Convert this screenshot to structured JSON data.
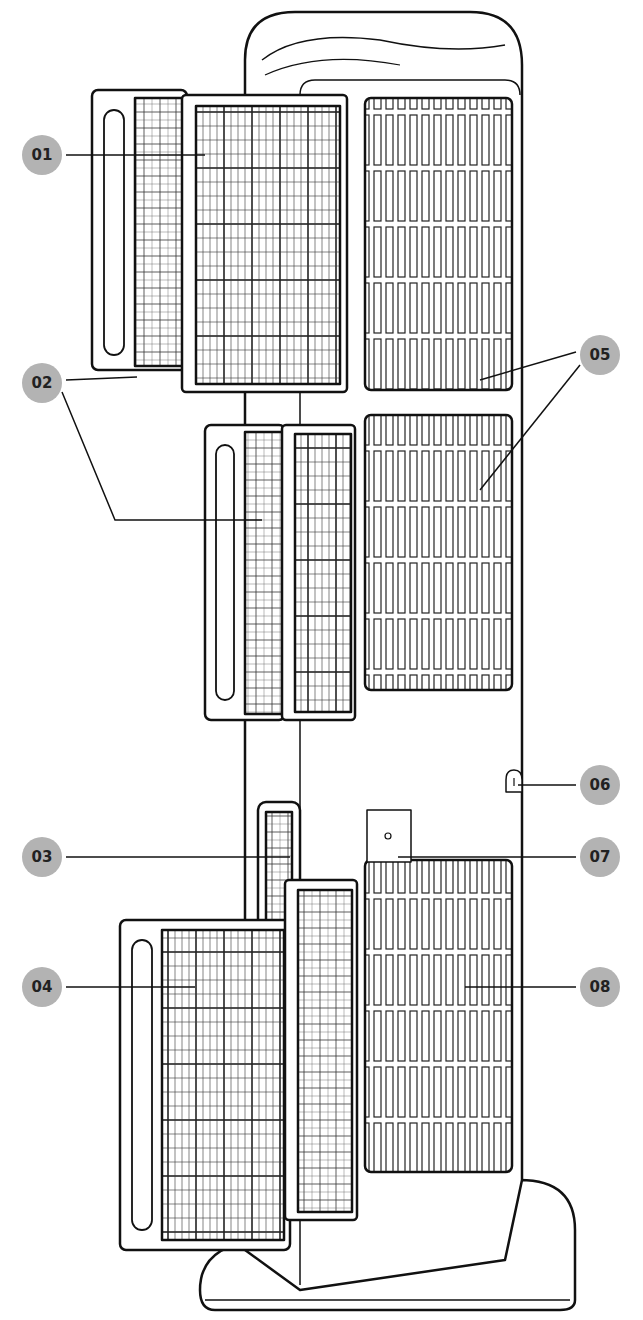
{
  "diagram": {
    "labels": [
      "01",
      "02",
      "03",
      "04",
      "05",
      "06",
      "07",
      "08"
    ]
  }
}
